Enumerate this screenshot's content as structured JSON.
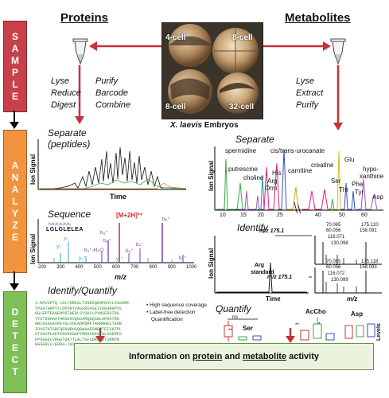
{
  "stages": [
    {
      "letters": [
        "S",
        "A",
        "M",
        "P",
        "L",
        "E"
      ],
      "color": "#c8404a"
    },
    {
      "letters": [
        "A",
        "N",
        "A",
        "L",
        "Y",
        "Z",
        "E"
      ],
      "color": "#f2943f"
    },
    {
      "letters": [
        "D",
        "E",
        "T",
        "E",
        "C",
        "T"
      ],
      "color": "#7fbf57"
    }
  ],
  "headers": {
    "proteins": "Proteins",
    "metabolites": "Metabolites"
  },
  "embryos": {
    "labels": [
      "4-cell",
      "8-cell",
      "8-cell",
      "32-cell"
    ],
    "caption_species": "X. laevis",
    "caption_rest": " Embryos"
  },
  "protein_sample_steps": {
    "left": [
      "Lyse",
      "Reduce",
      "Digest"
    ],
    "right": [
      "Purify",
      "Barcode",
      "Combine"
    ]
  },
  "metabolite_sample_steps": [
    "Lyse",
    "Extract",
    "Purify"
  ],
  "separate_peptides": {
    "title_line1": "Separate",
    "title_line2": "(peptides)",
    "ylabel": "Ion Signal",
    "xlabel": "Time"
  },
  "sequence": {
    "title": "Sequence",
    "peptide": "LGLGLELEA",
    "ylabel": "Ion Signal",
    "xlabel": "m/z",
    "precursor": "[M+2H]²⁺",
    "ticks": [
      "200",
      "300",
      "400",
      "500",
      "600",
      "700",
      "800",
      "900",
      "1000"
    ],
    "labels": [
      "b₁b₂b₃b₄b₅b₆",
      "y₁",
      "y₂",
      "y₃⁺",
      "b₂⁺",
      "b₃⁺-H₂O",
      "b₃⁺",
      "b₄⁺",
      "b₅⁺",
      "b₆⁺",
      "y₇⁺",
      "b₇⁺"
    ]
  },
  "identify_quantify": {
    "title": "Identify/Quantify",
    "sequence_lines": [
      "1-MAVSPTQ LDLYGRESLTSNRSQDAPKSVLVGSARE",
      "TPGATHRPYTLDPSRTVAGSRVASEIIKEHRKPVS",
      "GGLEPTEKHEMPRTHEDLSYSKLLPVNSERSTRG",
      "YYSTDDHAATHRSEKVQGSARQGQSGLAPDATRG",
      "GRIHSGSAVPEYGLVNLADPQMFTRARRHELTEHR",
      "IDVGTHTGRFQEKWRHSQGWAAEGMEPTEIVKTPL",
      "GTAGVPLADTENVNSGAPTMRGFEKVTGLASERPS",
      "FPSGGELVRGGTQATTLALTGFLDRLSRTSRNPN",
      "GGGERLLLERDG-283"
    ],
    "bullets": [
      "High sequence coverage",
      "Label-free detection",
      "Quantification"
    ]
  },
  "separate_metabolites": {
    "title": "Separate",
    "ylabel": "Ion Signal",
    "peaks": [
      "spermidine",
      "cis/trans-urocanate",
      "putrescine",
      "choline",
      "His",
      "Arg",
      "Orni",
      "carnitine",
      "creatine",
      "Glu",
      "hypo-",
      "xanthine",
      "Ser",
      "Thr",
      "Phe",
      "Tyr",
      "Asp"
    ],
    "ticks": [
      "10",
      "15",
      "20",
      "25",
      "40",
      "50",
      "60"
    ]
  },
  "identify": {
    "title": "Identify",
    "mz_label": "m/z 175.1",
    "arg_label": "Arg",
    "standard_label": "standard",
    "xlabel_left": "Time",
    "xlabel_right": "m/z",
    "ylabel": "Ion Signal",
    "top_values": [
      "70.065",
      "60.056",
      "116.071",
      "130.098",
      "158.091",
      "175.120"
    ],
    "bottom_values": [
      "70.065",
      "60.056",
      "116.072",
      "130.099",
      "158.093",
      "175.118"
    ]
  },
  "quantify": {
    "title": "Quantify",
    "labels": [
      "Ser",
      "AcCho",
      "Asp"
    ],
    "sig_ns": "ns",
    "sig_star": "**",
    "sig_star2": "*",
    "levels": "Levels"
  },
  "info": {
    "prefix": "Information on ",
    "protein": "protein",
    "and": " and ",
    "metabolite": "metabolite",
    "suffix": " activity"
  },
  "colors": {
    "arrow": "#c8303a",
    "sample": "#c8404a",
    "analyze": "#f2943f",
    "detect": "#7fbf57",
    "info_bg": "#eaf3dd"
  }
}
